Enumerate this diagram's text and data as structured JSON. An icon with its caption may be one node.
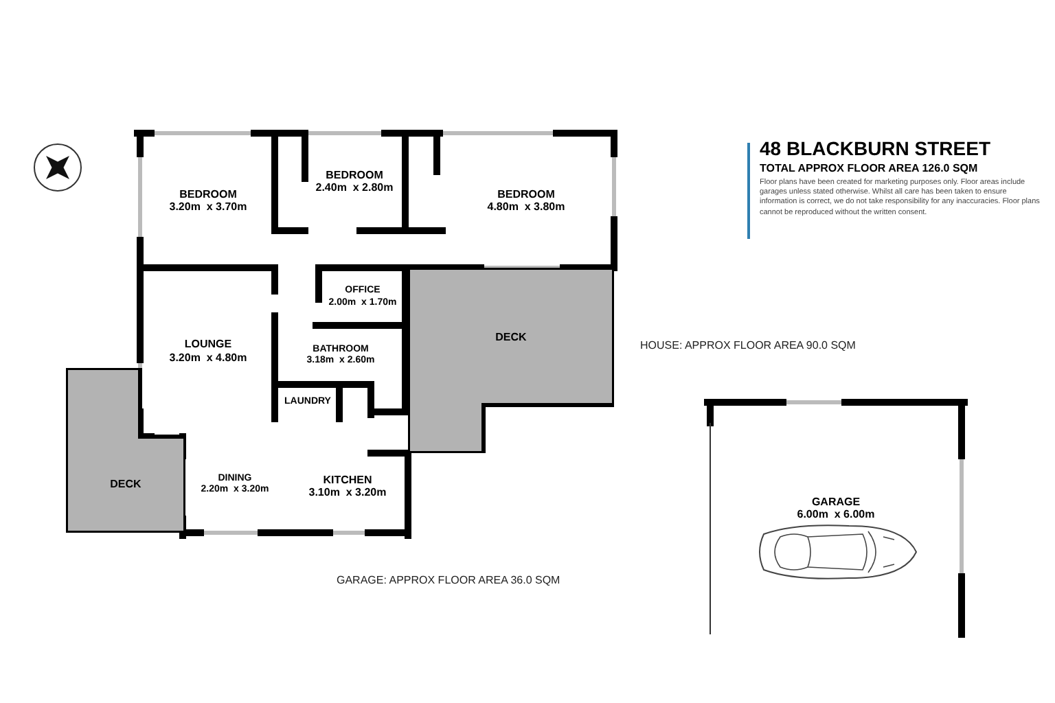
{
  "diagram": {
    "title": "48 BLACKBURN STREET",
    "nodes": [
      {
        "text": [
          "BEDROOM",
          "3.20m  x 3.70m"
        ]
      },
      {
        "text": [
          "BEDROOM",
          "2.40m  x 2.80m"
        ]
      },
      {
        "text": [
          "BEDROOM",
          "4.80m  x 3.80m"
        ]
      },
      {
        "text": [
          "OFFICE",
          "2.00m  x 1.70m"
        ]
      },
      {
        "text": [
          "DECK"
        ]
      },
      {
        "text": [
          "LOUNGE",
          "3.20m  x 4.80m"
        ]
      },
      {
        "text": [
          "BATHROOM",
          "3.18m  x 2.60m"
        ]
      },
      {
        "text": [
          "LAUNDRY"
        ]
      },
      {
        "text": [
          "DINING",
          "2.20m  x 3.20m"
        ]
      },
      {
        "text": [
          "KITCHEN",
          "3.10m  x 3.20m"
        ]
      },
      {
        "text": [
          "DECK"
        ]
      },
      {
        "text": [
          "GARAGE",
          "6.00m  x 6.00m"
        ]
      }
    ],
    "labels": [
      "TOTAL APPROX FLOOR AREA 126.0 SQM",
      "Floor plans have been created for marketing purposes only. Floor areas include garages unless stated otherwise. Whilst all care has been taken to ensure information is correct, we do not take responsibility for any inaccuracies. Floor plans cannot be reproduced without the written consent.",
      "HOUSE: APPROX FLOOR AREA 90.0 SQM",
      "GARAGE: APPROX FLOOR AREA 36.0 SQM"
    ]
  }
}
